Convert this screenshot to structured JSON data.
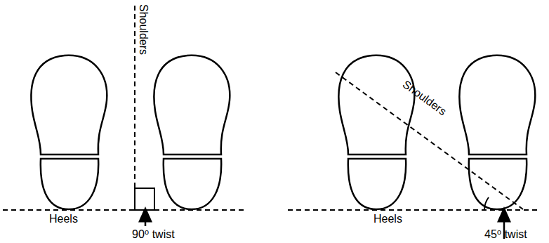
{
  "diagram": {
    "labels": [
      "Shoulders",
      "Heels",
      "90⁰ twist",
      "Shoulders",
      "Heels",
      "45⁰ twist"
    ]
  }
}
